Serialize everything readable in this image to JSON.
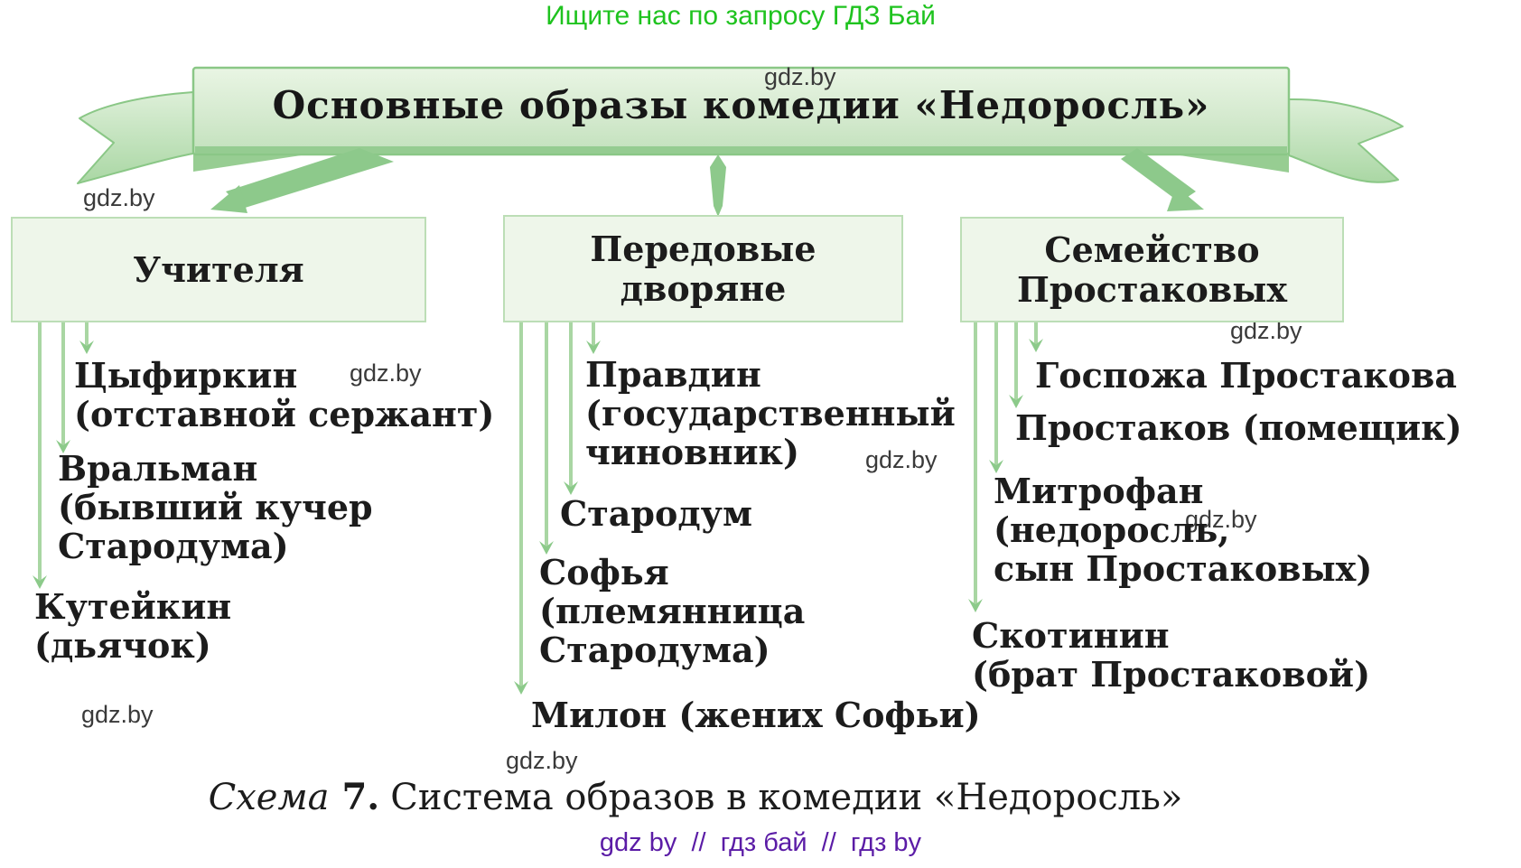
{
  "header": {
    "promo": "Ищите нас по запросу ГДЗ Бай"
  },
  "watermark": {
    "text": "gdz.by"
  },
  "banner": {
    "title": "Основные образы комедии «Недоросль»"
  },
  "groups": [
    {
      "label": "Учителя",
      "label_lines": [
        "Учителя"
      ],
      "characters": [
        {
          "name": "Цыфиркин",
          "lines": [
            "Цыфиркин",
            "(отставной сержант)"
          ]
        },
        {
          "name": "Вральман",
          "lines": [
            "Вральман",
            "(бывший кучер",
            "Стародума)"
          ]
        },
        {
          "name": "Кутейкин",
          "lines": [
            "Кутейкин",
            "(дьячок)"
          ]
        }
      ]
    },
    {
      "label": "Передовые дворяне",
      "label_lines": [
        "Передовые",
        "дворяне"
      ],
      "characters": [
        {
          "name": "Правдин",
          "lines": [
            "Правдин",
            "(государственный",
            "чиновник)"
          ]
        },
        {
          "name": "Стародум",
          "lines": [
            "Стародум"
          ]
        },
        {
          "name": "Софья",
          "lines": [
            "Софья",
            "(племянница",
            "Стародума)"
          ]
        },
        {
          "name": "Милон",
          "lines": [
            "Милон (жених Софьи)"
          ]
        }
      ]
    },
    {
      "label": "Семейство Простаковых",
      "label_lines": [
        "Семейство",
        "Простаковых"
      ],
      "characters": [
        {
          "name": "Госпожа Простакова",
          "lines": [
            "Госпожа Простакова"
          ]
        },
        {
          "name": "Простаков",
          "lines": [
            "Простаков (помещик)"
          ]
        },
        {
          "name": "Митрофан",
          "lines": [
            "Митрофан",
            "(недоросль,",
            "сын Простаковых)"
          ]
        },
        {
          "name": "Скотинин",
          "lines": [
            "Скотинин",
            "(брат Простаковой)"
          ]
        }
      ]
    }
  ],
  "caption": {
    "schema_label": "Схема",
    "number": "7.",
    "text": "Система образов в комедии «Недоросль»"
  },
  "footer": {
    "watermark_line": "gdz by  //  гдз бай  //  гдз by"
  },
  "colors": {
    "promo_green": "#1fc31f",
    "footer_purple": "#5b1ca6",
    "watermark_gray": "#3a3a3a",
    "text": "#1c1c1c",
    "ribbon_border": "#8ac786",
    "ribbon_fill_top": "#e8f4e3",
    "ribbon_fill_bottom": "#c2e1bc",
    "box_fill": "#eef6ea",
    "box_border": "#bcdeb6",
    "arrow_line": "#a9d6a3",
    "arrow_head": "#8cca8a"
  }
}
